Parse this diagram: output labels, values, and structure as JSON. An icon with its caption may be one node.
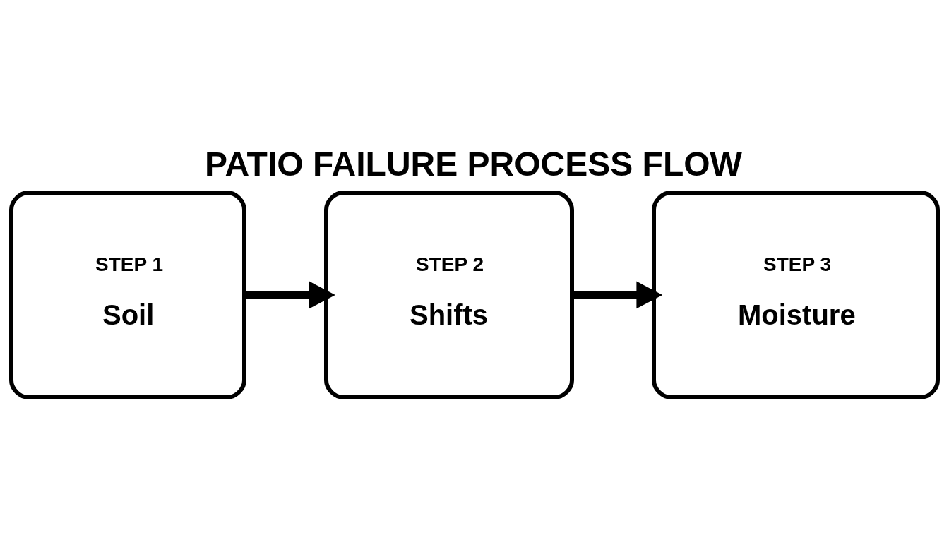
{
  "diagram": {
    "title": "PATIO FAILURE PROCESS FLOW",
    "nodes": [
      {
        "text": [
          "STEP 1",
          "Soil"
        ]
      },
      {
        "text": [
          "STEP 2",
          "Shifts"
        ]
      },
      {
        "text": [
          "STEP 3",
          "Moisture"
        ]
      }
    ],
    "edges": [
      {
        "from": 0,
        "to": 1,
        "arrow": "to"
      },
      {
        "from": 1,
        "to": 2,
        "arrow": "to"
      }
    ]
  }
}
